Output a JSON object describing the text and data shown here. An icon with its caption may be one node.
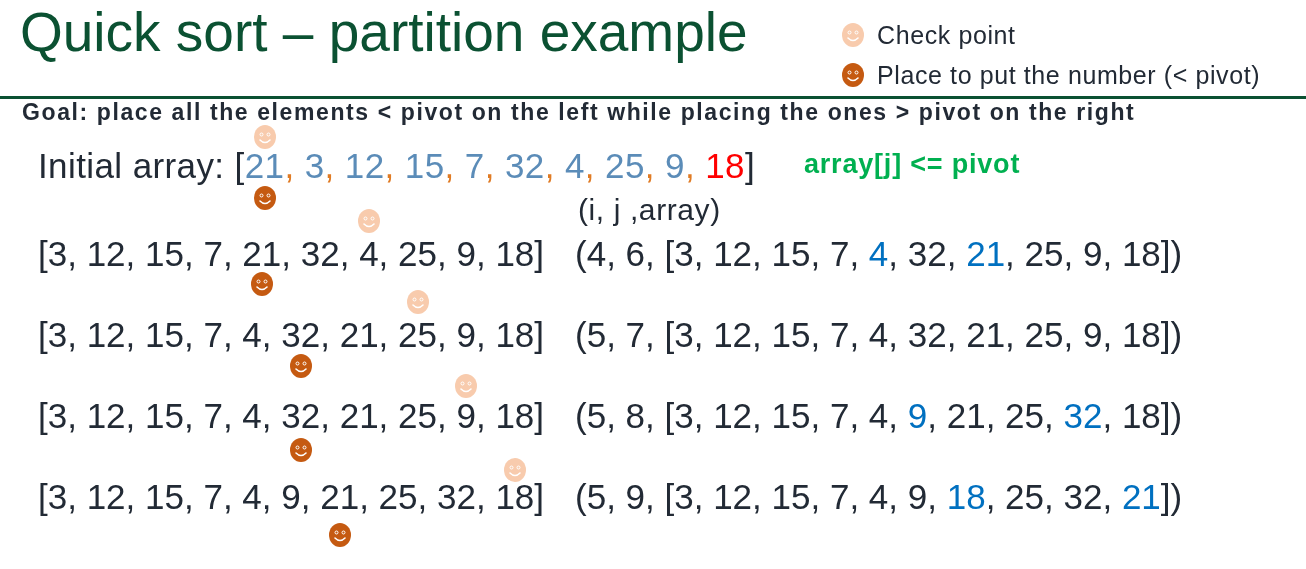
{
  "diagram": {
    "title": "Quick sort – partition example",
    "labels": [
      "Goal: place all the elements < pivot on the left while placing the ones > pivot on the right",
      "Initial array: [21, 3, 12, 15, 7, 32, 4, 25, 9, 18]",
      "array[j] <= pivot",
      "(i, j ,array)",
      "[3, 12, 15, 7, 21, 32, 4, 25, 9, 18]",
      "(4, 6, [3, 12, 15, 7, 4, 32, 21, 25, 9, 18])",
      "[3, 12, 15, 7, 4, 32, 21, 25, 9, 18]",
      "(5, 7, [3, 12, 15, 7, 4, 32, 21, 25, 9, 18])",
      "[3, 12, 15, 7, 4, 32, 21, 25, 9, 18]",
      "(5, 8, [3, 12, 15, 7, 4, 9, 21, 25, 32, 18])",
      "[3, 12, 15, 7, 4, 9, 21, 25, 32, 18]",
      "(5, 9, [3, 12, 15, 7, 4, 9, 18, 25, 32, 21])"
    ],
    "legend": [
      {
        "text": "Check point"
      },
      {
        "text": "Place to put the number (< pivot)"
      }
    ]
  }
}
